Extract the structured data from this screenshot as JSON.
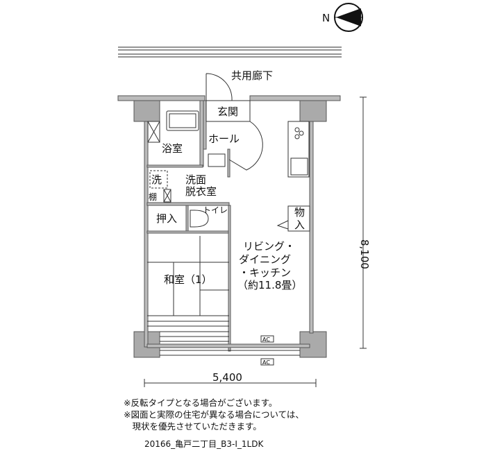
{
  "compass": {
    "label": "N"
  },
  "rooms": {
    "corridor": "共用廊下",
    "entrance": "玄関",
    "hall": "ホール",
    "bath": "浴室",
    "washroom_line1": "洗面",
    "washroom_line2": "脱衣室",
    "washer": "洗",
    "shelf": "棚",
    "closet": "押入",
    "toilet": "トイレ",
    "storage_line1": "物",
    "storage_line2": "入",
    "japanese_room": "和室（1）",
    "ldk_line1": "リビング・",
    "ldk_line2": "ダイニング",
    "ldk_line3": "・キッチン",
    "ldk_line4": "（約11.8畳）"
  },
  "ac_labels": [
    "AC",
    "AC"
  ],
  "dimensions": {
    "depth": "8,100",
    "width": "5,400"
  },
  "notes": [
    "※反転タイプとなる場合がございます。",
    "※図面と実際の住宅が異なる場合については、",
    "　現状を優先させていただきます。"
  ],
  "plan_code": "20166_亀戸二丁目_B3-Ⅰ_1LDK"
}
